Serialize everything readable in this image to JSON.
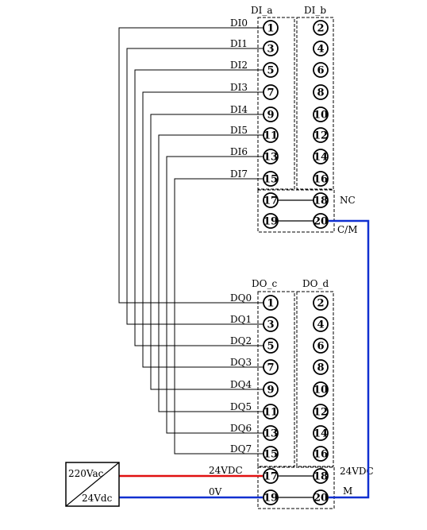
{
  "di_block": {
    "header_a": "DI_a",
    "header_b": "DI_b",
    "left_labels": [
      "DI0",
      "DI1",
      "DI2",
      "DI3",
      "DI4",
      "DI5",
      "DI6",
      "DI7"
    ],
    "left_terminals": [
      "1",
      "3",
      "5",
      "7",
      "9",
      "11",
      "13",
      "15"
    ],
    "right_terminals": [
      "2",
      "4",
      "6",
      "8",
      "10",
      "12",
      "14",
      "16"
    ],
    "extra_terminals": [
      "17",
      "18",
      "19",
      "20"
    ],
    "label_nc": "NC",
    "label_cm": "C/M"
  },
  "do_block": {
    "header_c": "DO_c",
    "header_d": "DO_d",
    "left_labels": [
      "DQ0",
      "DQ1",
      "DQ2",
      "DQ3",
      "DQ4",
      "DQ5",
      "DQ6",
      "DQ7"
    ],
    "left_terminals": [
      "1",
      "3",
      "5",
      "7",
      "9",
      "11",
      "13",
      "15"
    ],
    "right_terminals": [
      "2",
      "4",
      "6",
      "8",
      "10",
      "12",
      "14",
      "16"
    ],
    "extra_terminals": [
      "17",
      "18",
      "19",
      "20"
    ],
    "label_24vdc_right": "24VDC",
    "label_m": "M"
  },
  "power_supply": {
    "input_label": "220Vac",
    "output_label": "24Vdc",
    "wire_pos_label": "24VDC",
    "wire_neg_label": "0V"
  },
  "colors": {
    "line": "#000000",
    "positive_wire": "#e01010",
    "negative_wire": "#1030d0"
  }
}
